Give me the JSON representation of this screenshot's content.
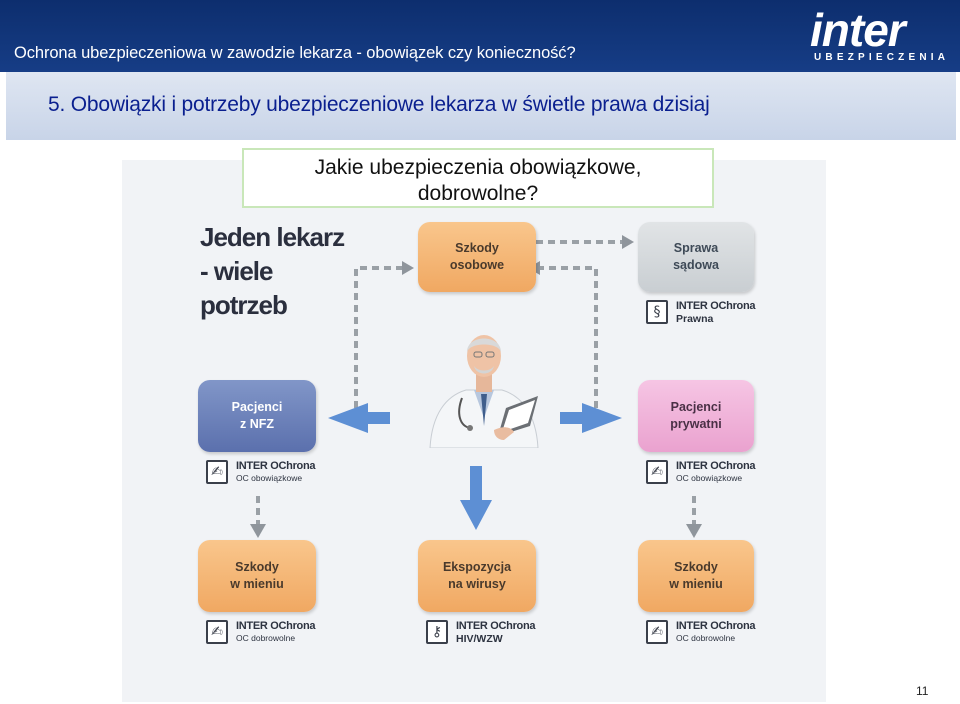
{
  "header": {
    "title": "Ochrona ubezpieczeniowa w zawodzie lekarza - obowiązek czy konieczność?",
    "logo_main": "inter",
    "logo_sub": "UBEZPIECZENIA"
  },
  "section_title": "5. Obowiązki i potrzeby ubezpieczeniowe lekarza w świetle prawa dzisiaj",
  "question": {
    "line1": "Jakie ubezpieczenia obowiązkowe,",
    "line2": "dobrowolne?"
  },
  "diagram": {
    "headline": [
      "Jeden lekarz",
      "- wiele",
      "potrzeb"
    ],
    "boxes": {
      "szkody_osobowe": [
        "Szkody",
        "osobowe"
      ],
      "sprawa_sadowa": [
        "Sprawa",
        "sądowa"
      ],
      "pacjenci_nfz": [
        "Pacjenci",
        "z NFZ"
      ],
      "pacjenci_prywatni": [
        "Pacjenci",
        "prywatni"
      ],
      "szkody_mieniu_left": [
        "Szkody",
        "w mieniu"
      ],
      "ekspozycja": [
        "Ekspozycja",
        "na wirusy"
      ],
      "szkody_mieniu_right": [
        "Szkody",
        "w mieniu"
      ]
    },
    "products": {
      "prawna": {
        "name": "INTER OChrona",
        "sub": "Prawna",
        "icon": "§"
      },
      "nfz_oc": {
        "name": "INTER OChrona",
        "sub": "OC obowiązkowe",
        "icon": "✍"
      },
      "prywatni_oc": {
        "name": "INTER OChrona",
        "sub": "OC obowiązkowe",
        "icon": "✍"
      },
      "mienie_left": {
        "name": "INTER OChrona",
        "sub": "OC dobrowolne",
        "icon": "✍"
      },
      "hiv": {
        "name": "INTER OChrona",
        "sub": "HIV/WZW",
        "icon": "⚷"
      },
      "mienie_right": {
        "name": "INTER OChrona",
        "sub": "OC dobrowolne",
        "icon": "✍"
      }
    }
  },
  "colors": {
    "header_bg": "#163d86",
    "section_title": "#0a1f8f",
    "arrow_blue": "#5d8fd4",
    "arrow_grey": "#8f959c"
  },
  "page_number": "11"
}
